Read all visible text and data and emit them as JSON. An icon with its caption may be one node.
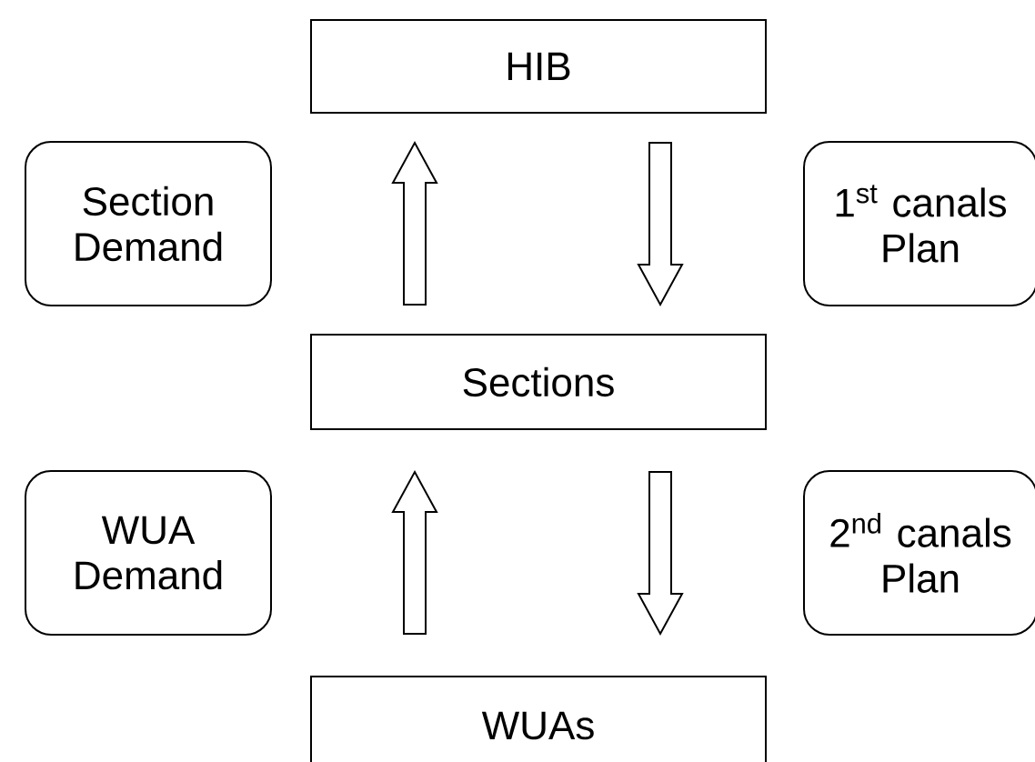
{
  "diagram": {
    "nodes": [
      {
        "text": [
          "HIB"
        ]
      },
      {
        "text": [
          "Section Demand"
        ]
      },
      {
        "text": [
          "1$^{st}$ canals Plan"
        ]
      },
      {
        "text": [
          "Sections"
        ]
      },
      {
        "text": [
          "WUA Demand"
        ]
      },
      {
        "text": [
          "2$^{nd}$ canals Plan"
        ]
      },
      {
        "text": [
          "WUAs"
        ]
      }
    ],
    "edges": [
      {
        "from": 3,
        "to": 0,
        "arrow": "to"
      },
      {
        "from": 0,
        "to": 3,
        "arrow": "to"
      },
      {
        "from": 6,
        "to": 3,
        "arrow": "to"
      },
      {
        "from": 3,
        "to": 6,
        "arrow": "to"
      }
    ]
  }
}
